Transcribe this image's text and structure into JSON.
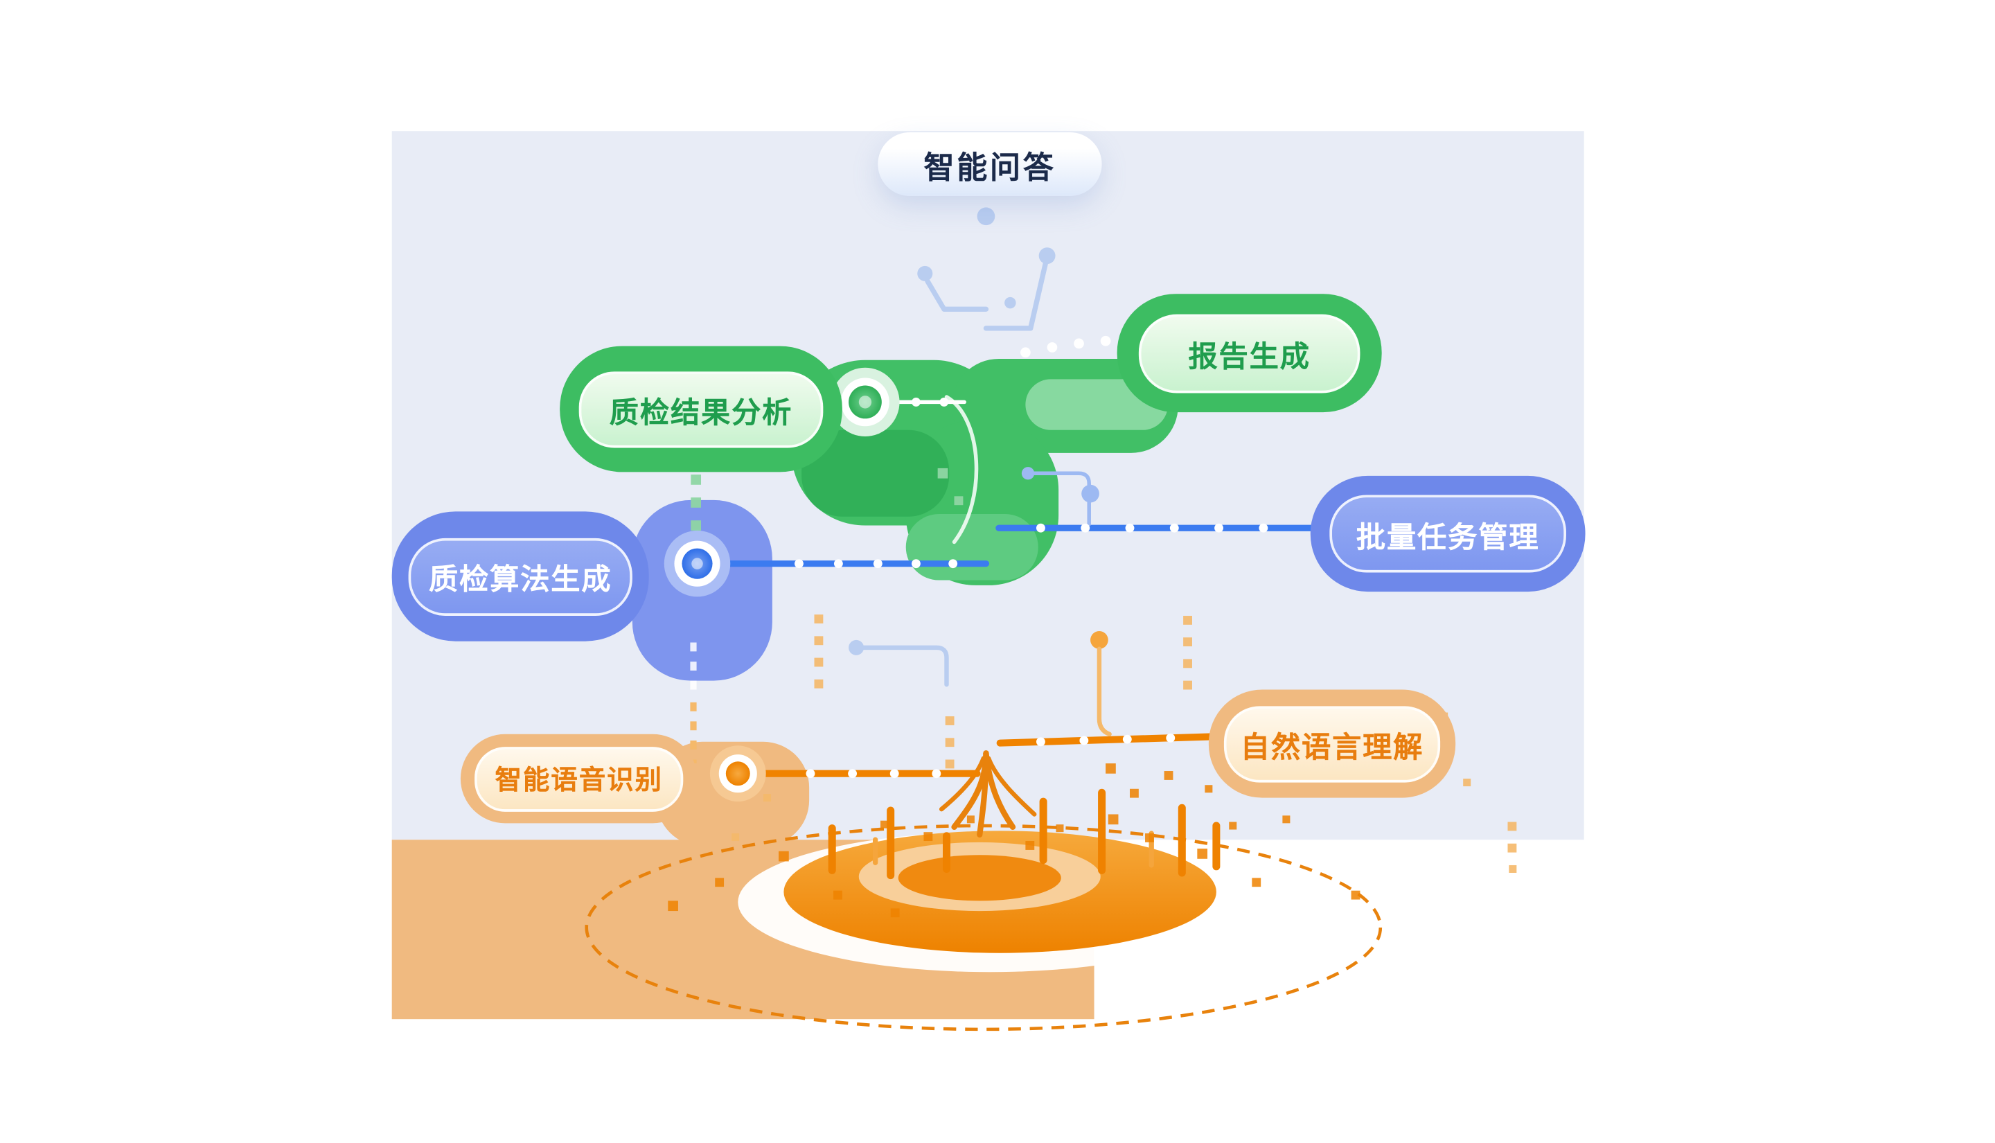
{
  "nodes": {
    "qa": {
      "label": "智能问答",
      "theme": "neutral"
    },
    "report": {
      "label": "报告生成",
      "theme": "green"
    },
    "analysis": {
      "label": "质检结果分析",
      "theme": "green"
    },
    "batch": {
      "label": "批量任务管理",
      "theme": "blue"
    },
    "algo": {
      "label": "质检算法生成",
      "theme": "blue"
    },
    "nlu": {
      "label": "自然语言理解",
      "theme": "orange"
    },
    "asr": {
      "label": "智能语音识别",
      "theme": "orange"
    }
  },
  "colors": {
    "panel_background": "#e8ecf6",
    "ground_orange": "#f0ba80",
    "green": "#3dbd62",
    "green_dark": "#2fae57",
    "green_text": "#1f9d4d",
    "blue": "#6e88ea",
    "line_blue": "#3b7bf0",
    "light_blue_circuit": "#b9cdf0",
    "orange": "#ef8200",
    "orange_line": "#f08300",
    "orange_text": "#e87d0e",
    "qa_text": "#1b2a4a"
  }
}
